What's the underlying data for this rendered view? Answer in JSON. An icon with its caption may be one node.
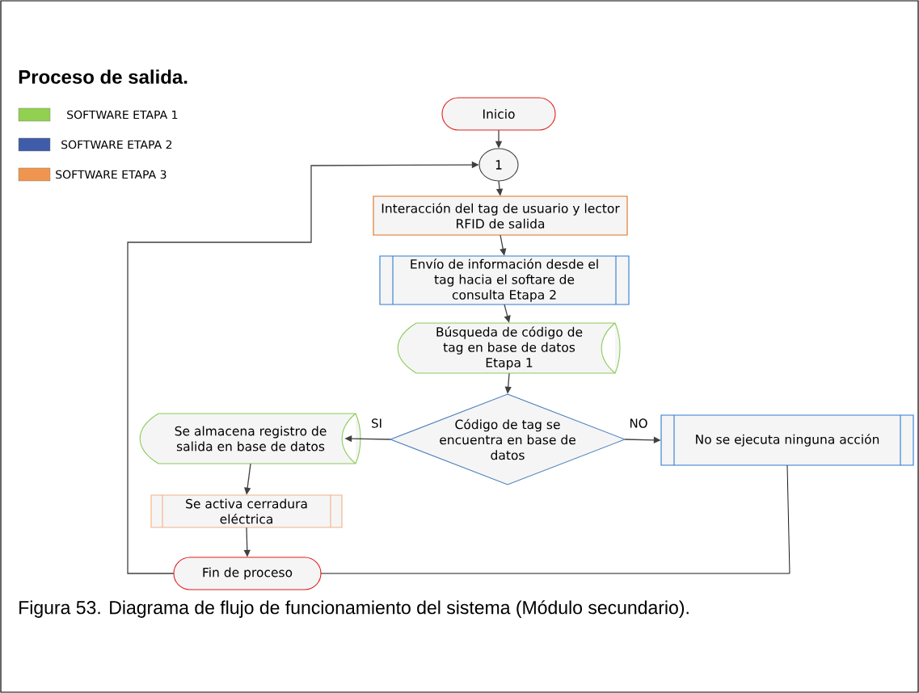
{
  "diagram": {
    "title": "Proceso de salida.",
    "caption": "Figura 53. Diagrama de flujo de funcionamiento del sistema (Módulo secundario).",
    "nodes": [
      {
        "text": [
          "Inicio"
        ]
      },
      {
        "text": [
          "1"
        ]
      },
      {
        "text": [
          "Interacción del tag de usuario y lector RFID de salida"
        ]
      },
      {
        "text": [
          "Envío de información desde el tag hacia el softare de consulta Etapa 2"
        ]
      },
      {
        "text": [
          "Búsqueda de código de tag en base de datos Etapa 1"
        ]
      },
      {
        "text": [
          "Código de tag se encuentra en base de datos"
        ]
      },
      {
        "text": [
          "Se almacena registro de salida en base de datos"
        ]
      },
      {
        "text": [
          "No se ejecuta ninguna acción"
        ]
      },
      {
        "text": [
          "Se activa cerradura eléctrica"
        ]
      },
      {
        "text": [
          "Fin de proceso"
        ]
      }
    ],
    "edges": [
      {
        "from": 0,
        "to": 1,
        "arrow": "to"
      },
      {
        "from": 1,
        "to": 2,
        "arrow": "to"
      },
      {
        "from": 2,
        "to": 3,
        "arrow": "to"
      },
      {
        "from": 3,
        "to": 4,
        "arrow": "to"
      },
      {
        "from": 4,
        "to": 5,
        "arrow": "to"
      },
      {
        "from": 5,
        "to": 6,
        "arrow": "to",
        "label": "SI"
      },
      {
        "from": 5,
        "to": 7,
        "arrow": "to",
        "label": "NO"
      },
      {
        "from": 6,
        "to": 8,
        "arrow": "to"
      },
      {
        "from": 8,
        "to": 9,
        "arrow": "to"
      },
      {
        "from": 9,
        "to": 1,
        "arrow": "to"
      },
      {
        "from": 7,
        "to": 9,
        "arrow": "none",
        "color": "#000000"
      }
    ],
    "legend": [
      {
        "text": "SOFTWARE ETAPA 1",
        "color": "#92d050"
      },
      {
        "text": "SOFTWARE ETAPA 2",
        "color": "#3f5ca8"
      },
      {
        "text": "SOFTWARE ETAPA 3",
        "color": "#f0954f"
      }
    ]
  }
}
